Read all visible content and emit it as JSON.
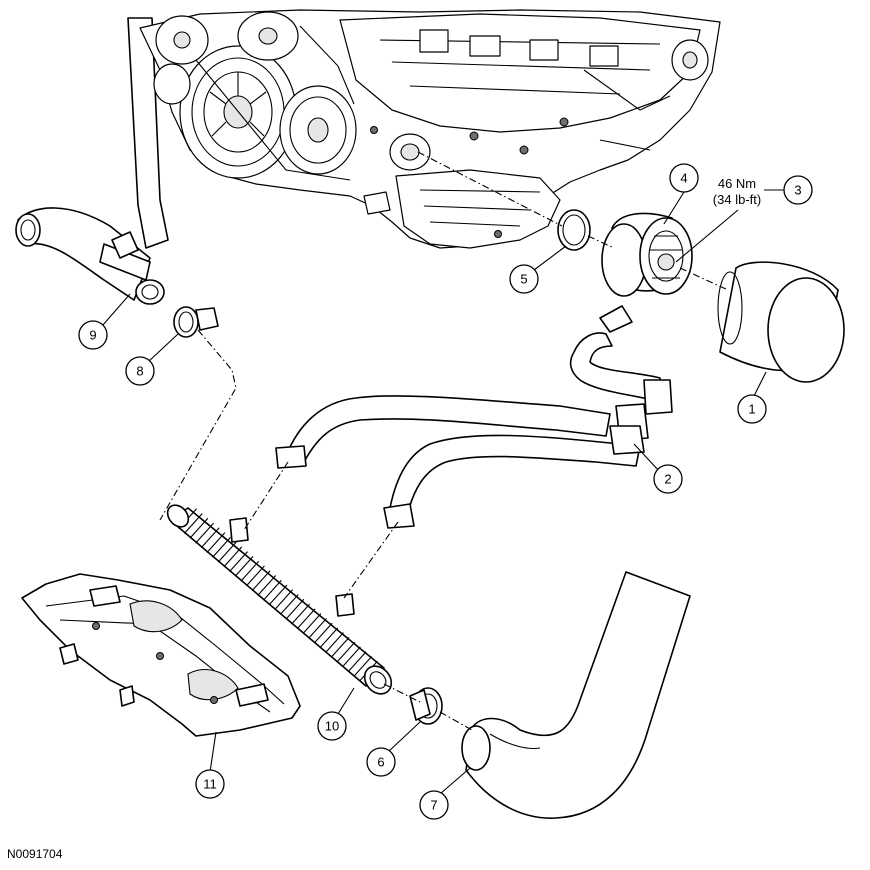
{
  "figure_id": "N0091704",
  "torque": {
    "callout_number": "3",
    "metric": "46 Nm",
    "imperial": "(34 lb-ft)"
  },
  "callouts": [
    "1",
    "2",
    "3",
    "4",
    "5",
    "6",
    "7",
    "8",
    "9",
    "10",
    "11"
  ]
}
